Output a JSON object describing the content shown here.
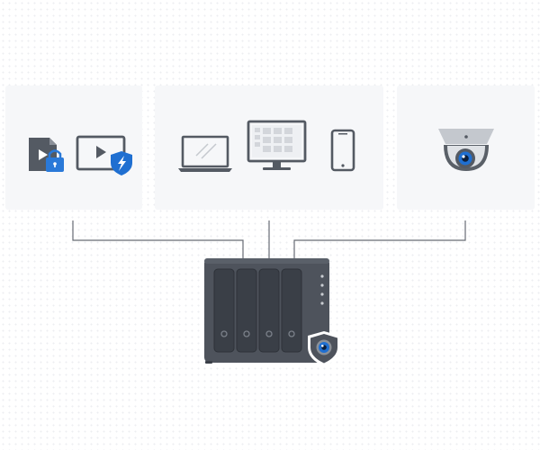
{
  "colors": {
    "background": "#ffffff",
    "panel": "#f6f7f9",
    "connector": "#676c75",
    "device_dark": "#545a63",
    "nas_body": "#4e535c",
    "nas_bay": "#3a3f47",
    "accent_blue": "#1f6fd1",
    "lock_blue": "#2a79d8"
  },
  "diagram": {
    "panels": [
      {
        "id": "security",
        "icons": [
          "locked-file-icon",
          "protected-video-icon"
        ]
      },
      {
        "id": "devices",
        "icons": [
          "laptop-icon",
          "monitor-icon",
          "smartphone-icon"
        ]
      },
      {
        "id": "camera",
        "icons": [
          "dome-camera-icon"
        ]
      }
    ],
    "center_device": {
      "icon": "nas-icon",
      "drive_bays": 4,
      "status_leds": 4,
      "badge": "surveillance-shield-icon"
    }
  }
}
